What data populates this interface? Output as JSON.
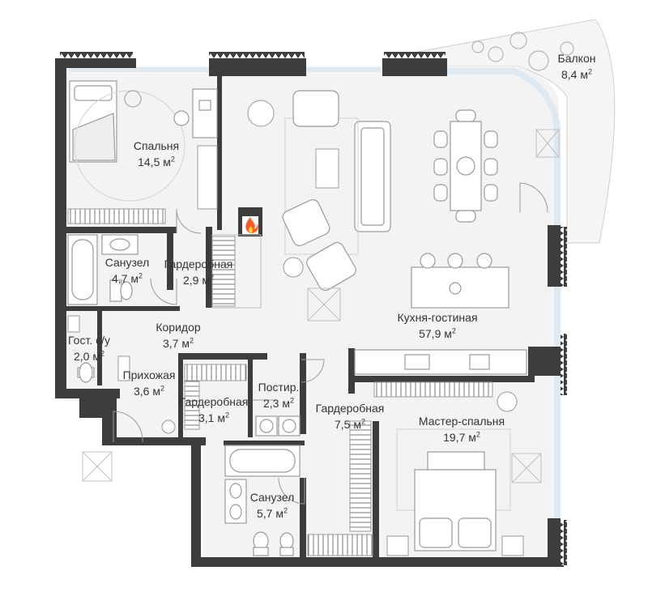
{
  "colors": {
    "wall": "#3d3d3d",
    "floor": "#f3f3f3",
    "balcony": "#f5f5f5",
    "glass": "#dfe9f1",
    "furniture": "#9a9a9a",
    "fireplace": "#ff5a1f",
    "text": "#333333"
  },
  "area_unit": "м",
  "area_unit_power": "2",
  "rooms": [
    {
      "id": "balcony",
      "name": "Балкон",
      "area": "8,4"
    },
    {
      "id": "bedroom",
      "name": "Спальня",
      "area": "14,5"
    },
    {
      "id": "bathroom-1",
      "name": "Санузел",
      "area": "4,7"
    },
    {
      "id": "wardrobe-1",
      "name": "Гардеробная",
      "area": "2,9"
    },
    {
      "id": "corridor",
      "name": "Коридор",
      "area": "3,7"
    },
    {
      "id": "guest-wc",
      "name": "Гост. с/у",
      "area": "2,0"
    },
    {
      "id": "hall",
      "name": "Прихожая",
      "area": "3,6"
    },
    {
      "id": "wardrobe-2",
      "name": "Гардеробная",
      "area": "3,1"
    },
    {
      "id": "laundry",
      "name": "Постир.",
      "area": "2,3"
    },
    {
      "id": "wardrobe-3",
      "name": "Гардеробная",
      "area": "7,5"
    },
    {
      "id": "living-kitchen",
      "name": "Кухня-гостиная",
      "area": "57,9"
    },
    {
      "id": "master-bedroom",
      "name": "Мастер-спальня",
      "area": "19,7"
    },
    {
      "id": "bathroom-2",
      "name": "Санузел",
      "area": "5,7"
    }
  ],
  "icons": [
    "fireplace-icon",
    "bathtub-icon",
    "toilet-icon",
    "sink-icon",
    "bed-icon",
    "sofa-icon",
    "armchair-icon",
    "dining-table-icon",
    "desk-icon",
    "plant-icon",
    "rug-icon",
    "door-icon",
    "window-icon"
  ]
}
